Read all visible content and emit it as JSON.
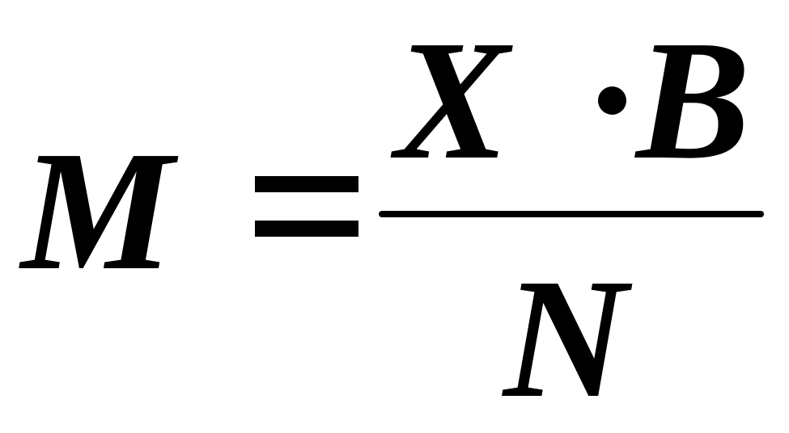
{
  "formula": {
    "lhs": "M",
    "operator": "=",
    "numerator": {
      "left": "X",
      "operation": "multiplication-dot",
      "right": "B"
    },
    "denominator": "N"
  },
  "colors": {
    "background": "#ffffff",
    "ink": "#000000"
  }
}
